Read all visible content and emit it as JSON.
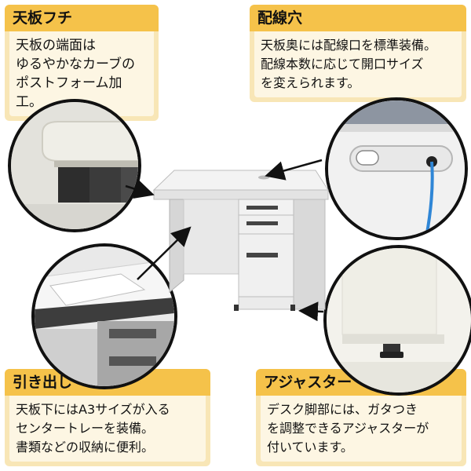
{
  "cards": {
    "top_left": {
      "title": "天板フチ",
      "lines": [
        "天板の端面は",
        "ゆるやかなカーブの",
        "ポストフォーム加工。"
      ]
    },
    "top_right": {
      "title": "配線穴",
      "lines": [
        "天板奥には配線口を標準装備。",
        "配線本数に応じて開口サイズ",
        "を変えられます。"
      ]
    },
    "bottom_left": {
      "title": "引き出し",
      "lines": [
        "天板下にはA3サイズが入る",
        "センタートレーを装備。",
        "書類などの収納に便利。"
      ]
    },
    "bottom_right": {
      "title": "アジャスター",
      "lines": [
        "デスク脚部には、ガタつき",
        "を調整できるアジャスターが",
        "付いています。"
      ]
    }
  },
  "icons": {
    "edge_closeup": "desk-edge-closeup",
    "wire_hole_closeup": "wire-hole-closeup",
    "drawer_closeup": "center-tray-closeup",
    "adjuster_closeup": "adjuster-closeup",
    "desk_product": "office-desk"
  },
  "colors": {
    "accent": "#f5c24a",
    "card_bg": "#fdf6e3",
    "outline": "#111111"
  }
}
